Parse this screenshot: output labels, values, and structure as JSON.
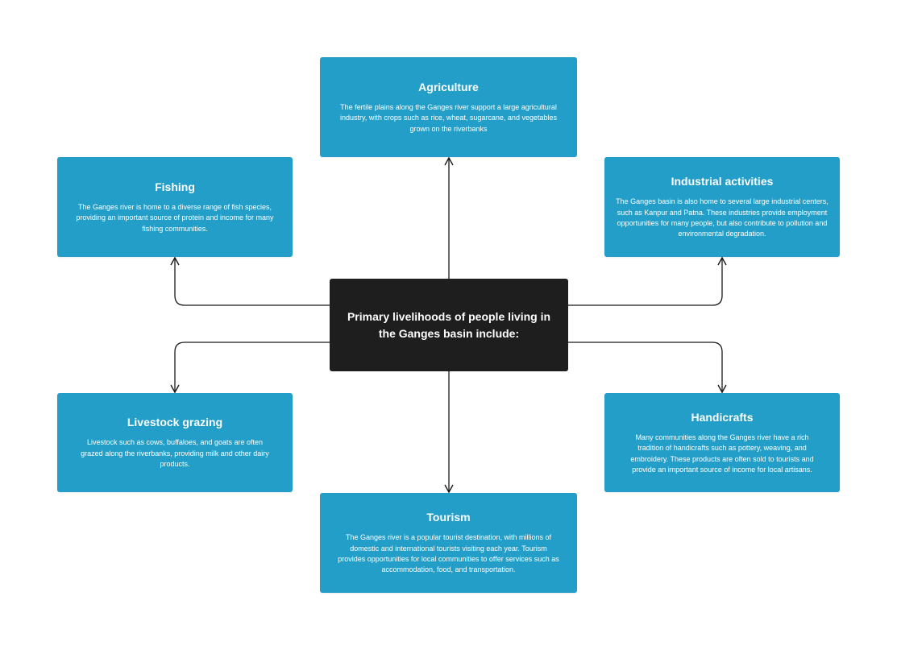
{
  "center": {
    "label": "Primary livelihoods of people living in the Ganges basin include:"
  },
  "nodes": {
    "agriculture": {
      "title": "Agriculture",
      "description": "The fertile plains along the Ganges river support a large agricultural industry, with crops such as rice, wheat, sugarcane, and vegetables grown on the riverbanks"
    },
    "fishing": {
      "title": "Fishing",
      "description": "The Ganges river is home to a diverse range of fish species, providing an important source of protein and income for many fishing communities."
    },
    "industrial": {
      "title": "Industrial activities",
      "description": "The Ganges basin is also home to several large industrial centers, such as Kanpur and Patna. These industries provide employment opportunities for many people, but also contribute to pollution and environmental degradation."
    },
    "livestock": {
      "title": "Livestock grazing",
      "description": "Livestock such as cows, buffaloes, and goats are often grazed along the riverbanks, providing milk and other dairy products."
    },
    "handicrafts": {
      "title": "Handicrafts",
      "description": "Many communities along the Ganges river have a rich tradition of handicrafts such as pottery, weaving, and embroidery. These products are often sold to tourists and provide an important source of income for local artisans."
    },
    "tourism": {
      "title": "Tourism",
      "description": "The Ganges river is a popular tourist destination, with millions of domestic and international tourists visiting each year. Tourism provides opportunities for local communities to offer services such as accommodation, food, and transportation."
    }
  },
  "colors": {
    "node_fill": "#229ec8",
    "center_fill": "#1e1e1e",
    "connector": "#1a1a1a"
  }
}
